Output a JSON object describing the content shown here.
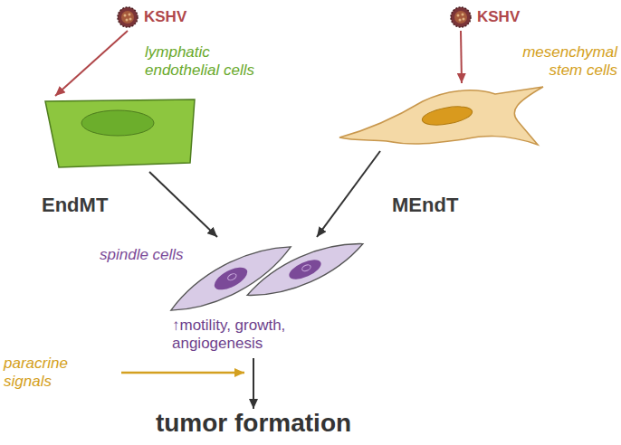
{
  "diagram": {
    "nodes": [
      {
        "text": [
          "KSHV"
        ]
      },
      {
        "text": [
          "KSHV"
        ]
      },
      {
        "text": [
          "lymphatic endothelial cells"
        ]
      },
      {
        "text": [
          "mesenchymal stem cells"
        ]
      },
      {
        "text": [
          "spindle cells",
          "↑motility, growth, angiogenesis"
        ]
      },
      {
        "text": [
          "tumor formation"
        ]
      }
    ],
    "edges": [
      {
        "from": 0,
        "to": 2,
        "arrow": "to"
      },
      {
        "from": 1,
        "to": 3,
        "arrow": "to"
      },
      {
        "from": 2,
        "to": 4,
        "label": "EndMT",
        "arrow": "to"
      },
      {
        "from": 3,
        "to": 4,
        "label": "MEndT",
        "arrow": "to"
      },
      {
        "from": 4,
        "to": 5,
        "arrow": "to"
      }
    ],
    "labels": [
      "paracrine signals"
    ]
  }
}
